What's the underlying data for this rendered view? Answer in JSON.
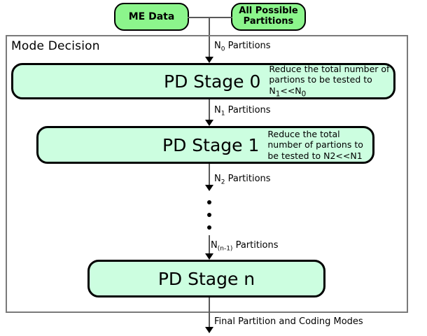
{
  "diagram": {
    "title_label": "Mode Decision",
    "sources": [
      {
        "name": "me-data",
        "label": "ME Data"
      },
      {
        "name": "all-possible-partitions",
        "label": "All Possible\nPartitions"
      }
    ],
    "stages": [
      {
        "name": "pd-stage-0",
        "title": "PD Stage 0",
        "note": "Reduce the total number of partions to be tested to N1<<N0",
        "note_html": "Reduce the total number of partions to be tested to N<sub>1</sub>&lt;&lt;N<sub>0</sub>"
      },
      {
        "name": "pd-stage-1",
        "title": "PD Stage 1",
        "note": "Reduce the total number of partions to be tested to N2<<N1",
        "note_html": "Reduce the total number of partions to be tested to N2&lt;&lt;N1"
      },
      {
        "name": "pd-stage-n",
        "title": "PD Stage n",
        "note": "",
        "note_html": ""
      }
    ],
    "edge_labels": [
      {
        "name": "edge-label-n0",
        "text": "N0 Partitions",
        "html": "N<sub>0</sub> Partitions"
      },
      {
        "name": "edge-label-n1",
        "text": "N1 Partitions",
        "html": "N<sub>1</sub> Partitions"
      },
      {
        "name": "edge-label-n2",
        "text": "N2 Partitions",
        "html": "N<sub>2</sub> Partitions"
      },
      {
        "name": "edge-label-nn1",
        "text": "N(n-1) Partitions",
        "html": "N<sub>(n-1)</sub> Partitions"
      },
      {
        "name": "edge-label-final",
        "text": "Final Partition and Coding Modes",
        "html": "Final Partition and Coding Modes"
      }
    ],
    "ellipsis_count": 3,
    "colors": {
      "source_fill": "#8cf58c",
      "stage_fill": "#ccfee0",
      "stage_border": "#000000",
      "container_border": "#7a7a7a",
      "connector": "#595959",
      "text": "#000000",
      "background": "#ffffff"
    }
  }
}
